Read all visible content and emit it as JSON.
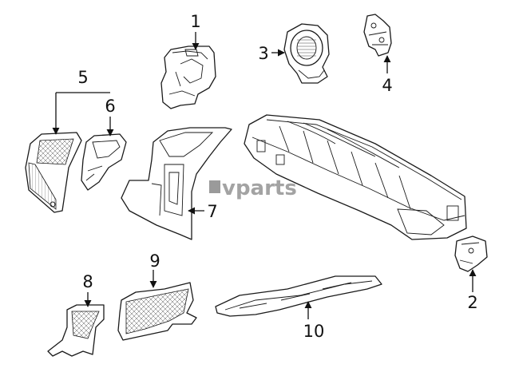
{
  "watermark": "vparts",
  "callouts": [
    {
      "id": "1",
      "text": "1"
    },
    {
      "id": "2",
      "text": "2"
    },
    {
      "id": "3",
      "text": "3"
    },
    {
      "id": "4",
      "text": "4"
    },
    {
      "id": "5",
      "text": "5"
    },
    {
      "id": "6",
      "text": "6"
    },
    {
      "id": "7",
      "text": "7"
    },
    {
      "id": "8",
      "text": "8"
    },
    {
      "id": "9",
      "text": "9"
    },
    {
      "id": "10",
      "text": "10"
    }
  ]
}
